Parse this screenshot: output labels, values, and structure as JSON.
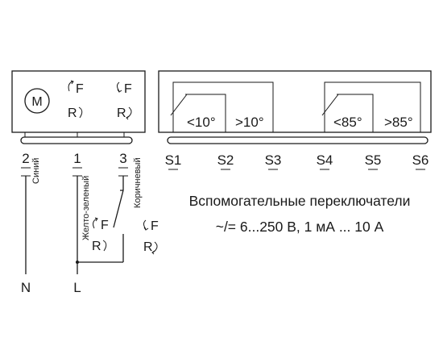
{
  "actuator": {
    "motor_symbol": "M",
    "dir_a": "F",
    "dir_b": "R"
  },
  "terminals": {
    "t1": "1",
    "t2": "2",
    "t3": "3",
    "wire1_color": "Желто-зеленый",
    "wire2_color": "Синий",
    "wire3_color": "Коричневый",
    "neutral": "N",
    "line": "L"
  },
  "aux_switches": {
    "thresholds": [
      "<10°",
      ">10°",
      "<85°",
      ">85°"
    ],
    "labels": [
      "S1",
      "S2",
      "S3",
      "S4",
      "S5",
      "S6"
    ],
    "caption_line1": "Вспомогательные переключатели",
    "caption_line2": "~/= 6...250 В, 1 мА ... 10 А"
  },
  "colors": {
    "line": "#1a1a1a",
    "background": "#ffffff"
  }
}
